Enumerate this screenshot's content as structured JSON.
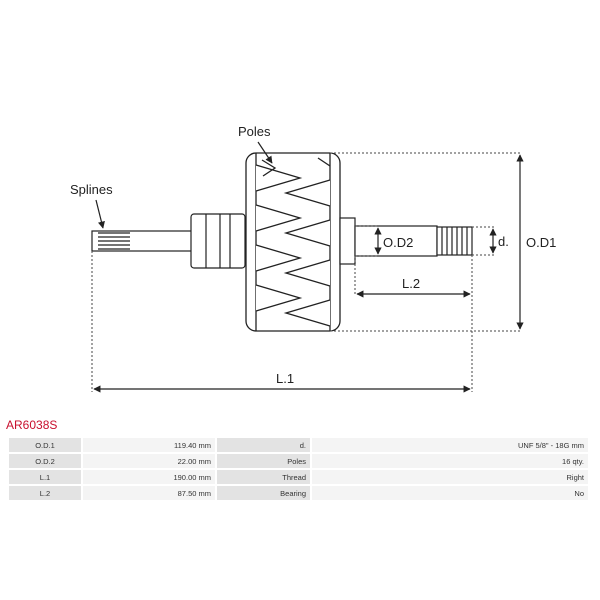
{
  "labels": {
    "poles": "Poles",
    "splines": "Splines",
    "od1": "O.D1",
    "od2": "O.D2",
    "d": "d.",
    "l1": "L.1",
    "l2": "L.2"
  },
  "part_number": "AR6038S",
  "specs": [
    {
      "k1": "O.D.1",
      "v1": "119.40 mm",
      "k2": "d.",
      "v2": "UNF 5/8\" - 18G mm"
    },
    {
      "k1": "O.D.2",
      "v1": "22.00 mm",
      "k2": "Poles",
      "v2": "16 qty."
    },
    {
      "k1": "L.1",
      "v1": "190.00 mm",
      "k2": "Thread",
      "v2": "Right"
    },
    {
      "k1": "L.2",
      "v1": "87.50 mm",
      "k2": "Bearing",
      "v2": "No"
    }
  ],
  "colors": {
    "title": "#c8102e",
    "line": "#222222",
    "key_cell": "#e3e3e3",
    "value_cell": "#f4f4f4"
  }
}
